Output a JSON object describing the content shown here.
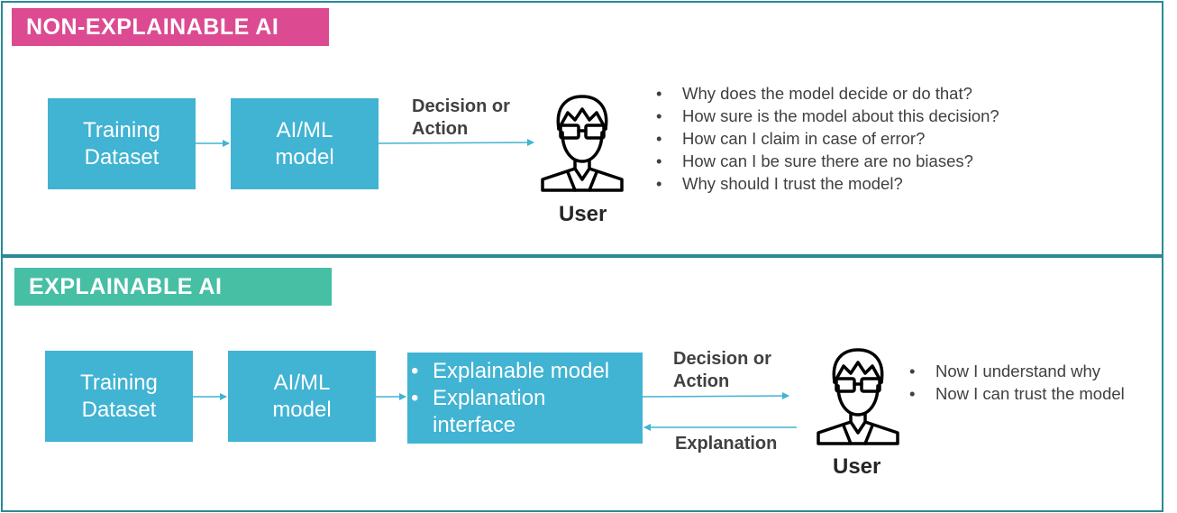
{
  "non_explainable": {
    "banner": "NON-EXPLAINABLE AI",
    "banner_color": "#dc4b92",
    "training_box": [
      "Training",
      "Dataset"
    ],
    "model_box": [
      "AI/ML",
      "model"
    ],
    "decision_label": [
      "Decision or",
      "Action"
    ],
    "user_label": "User",
    "questions": [
      "Why does the model decide or do that?",
      "How sure is the model about this decision?",
      "How can I claim in case of error?",
      "How can I be sure there are no biases?",
      "Why should I trust the model?"
    ]
  },
  "explainable": {
    "banner": "EXPLAINABLE AI",
    "banner_color": "#46bfa4",
    "training_box": [
      "Training",
      "Dataset"
    ],
    "model_box": [
      "AI/ML",
      "model"
    ],
    "explainable_box": [
      "Explainable model",
      "Explanation",
      "interface"
    ],
    "decision_label": [
      "Decision or",
      "Action"
    ],
    "explanation_label": "Explanation",
    "user_label": "User",
    "statements": [
      "Now I understand why",
      "Now I can trust the model"
    ]
  },
  "colors": {
    "box": "#41b3d3",
    "border": "#2a8a98",
    "arrow": "#41b3d3"
  },
  "icons": [
    "user-icon"
  ]
}
